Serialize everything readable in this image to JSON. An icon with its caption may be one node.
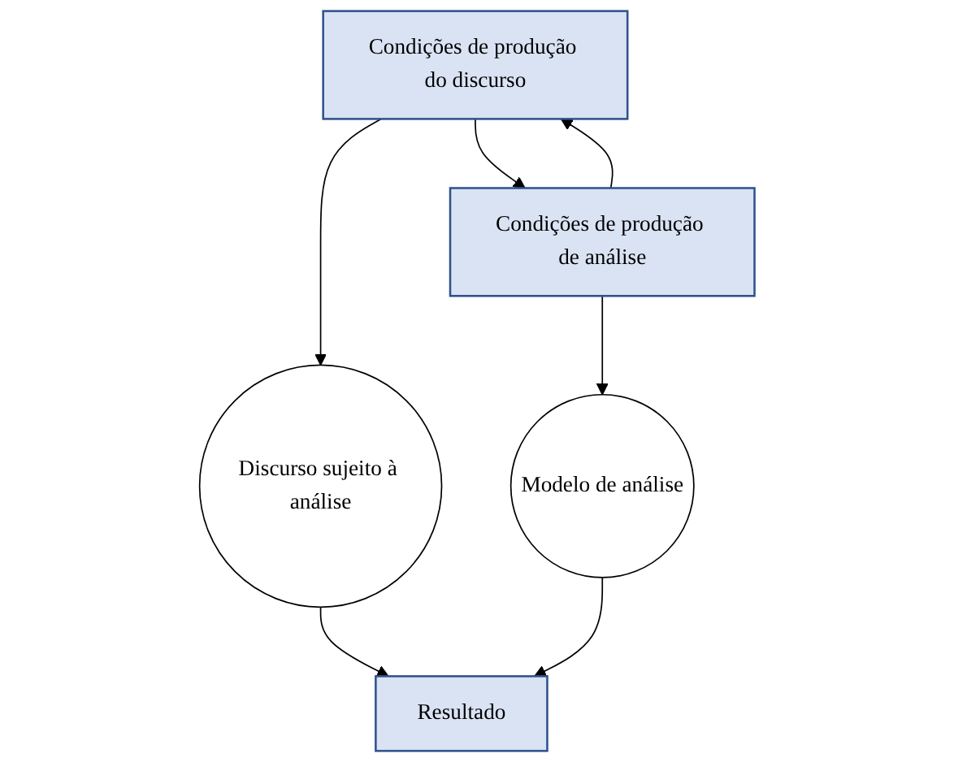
{
  "diagram": {
    "nodes": [
      {
        "text": [
          "Condições de produção do discurso"
        ]
      },
      {
        "text": [
          "Condições de produção de análise"
        ]
      },
      {
        "text": [
          "Discurso sujeito à análise"
        ]
      },
      {
        "text": [
          "Modelo de análise"
        ]
      },
      {
        "text": [
          "Resultado"
        ]
      }
    ],
    "edges": [
      {
        "from": 0,
        "to": 1,
        "arrow": "to"
      },
      {
        "from": 1,
        "to": 0,
        "arrow": "to"
      },
      {
        "from": 0,
        "to": 2,
        "arrow": "to"
      },
      {
        "from": 1,
        "to": 3,
        "arrow": "to"
      },
      {
        "from": 2,
        "to": 4,
        "arrow": "to"
      },
      {
        "from": 3,
        "to": 4,
        "arrow": "to"
      }
    ]
  }
}
